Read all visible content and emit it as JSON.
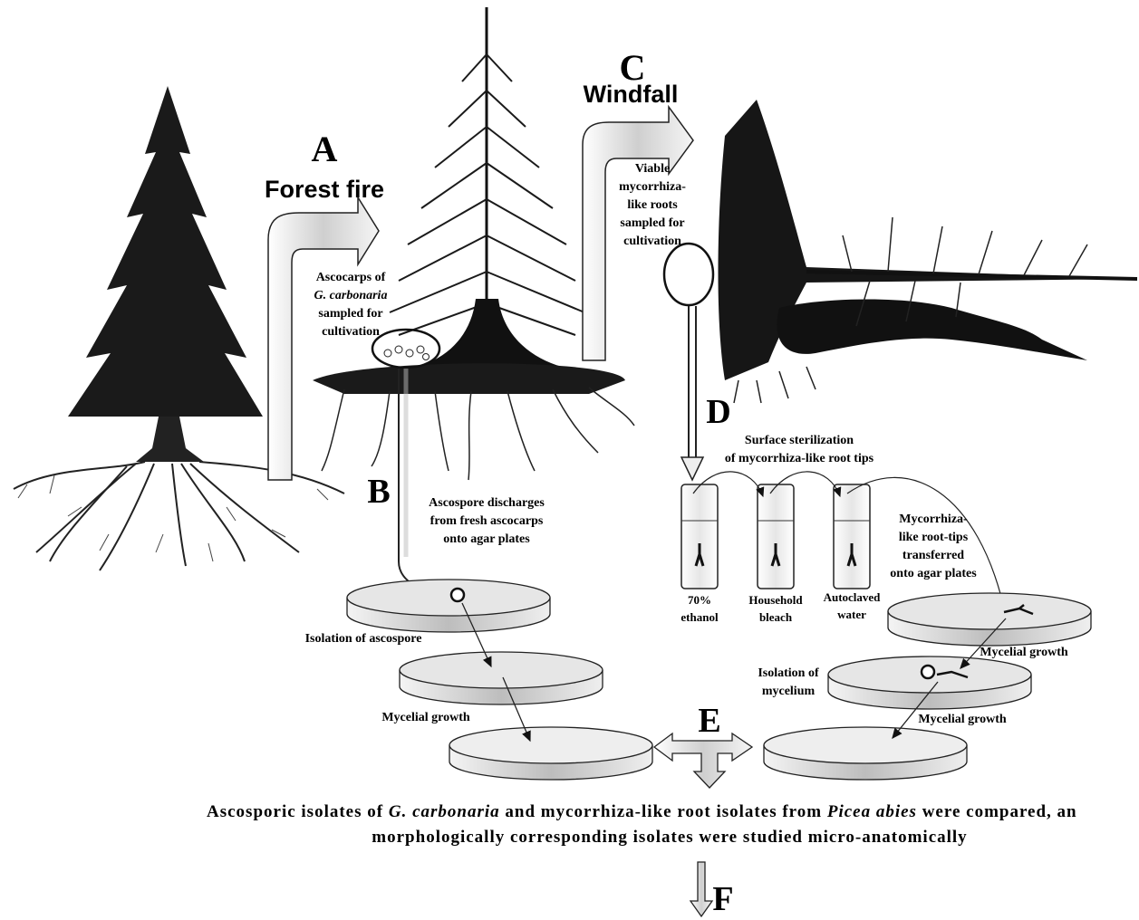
{
  "steps": {
    "a": {
      "letter": "A",
      "event": "Forest fire"
    },
    "b": {
      "letter": "B"
    },
    "c": {
      "letter": "C",
      "event": "Windfall"
    },
    "d": {
      "letter": "D"
    },
    "e": {
      "letter": "E"
    },
    "f": {
      "letter": "F"
    }
  },
  "labels": {
    "ascocarps": [
      "Ascocarps of",
      "G. carbonaria",
      "sampled for",
      "cultivation"
    ],
    "viable_roots": [
      "Viable",
      "mycorrhiza-",
      "like roots",
      "sampled for",
      "cultivation"
    ],
    "surface_sterilization": [
      "Surface sterilization",
      "of mycorrhiza-like root tips"
    ],
    "ascospore_discharges": [
      "Ascospore discharges",
      "from fresh ascocarps",
      "onto agar plates"
    ],
    "isolation_ascospore": "Isolation of ascospore",
    "mycelial_growth_left": "Mycelial growth",
    "mycelial_growth_right_1": "Mycelial growth",
    "mycelial_growth_right_2": "Mycelial growth",
    "isolation_mycelium": [
      "Isolation of",
      "mycelium"
    ],
    "transferred": [
      "Mycorrhiza-",
      "like root-tips",
      "transferred",
      "onto agar plates"
    ]
  },
  "tubes": [
    {
      "line1": "70%",
      "line2": "ethanol"
    },
    {
      "line1": "Household",
      "line2": "bleach"
    },
    {
      "line1": "Autoclaved",
      "line2": "water"
    }
  ],
  "conclusion": {
    "line1_a": "Ascosporic isolates of ",
    "line1_b": "G. carbonaria",
    "line1_c": " and mycorrhiza-like root isolates from ",
    "line1_d": "Picea abies",
    "line1_e": " were compared, an",
    "line2": "morphologically corresponding isolates were studied micro-anatomically"
  },
  "colors": {
    "ink": "#111111",
    "dish_fill": "#d9d9d9",
    "dish_light": "#f2f2f2",
    "arrow_fill": "#eeeeee"
  }
}
